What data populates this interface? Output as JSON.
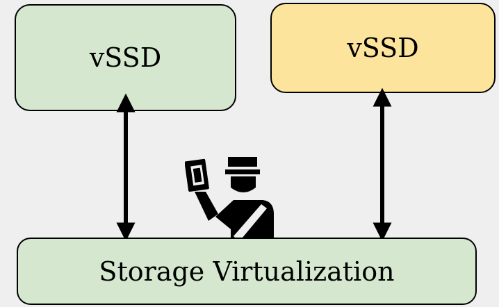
{
  "nodes": {
    "left_vssd": "vSSD",
    "right_vssd": "vSSD",
    "storage_virtualization": "Storage Virtualization"
  },
  "colors": {
    "background": "#efefef",
    "green_box": "#d5e8cf",
    "yellow_box": "#fde49c",
    "border": "#000000"
  },
  "icons": {
    "center": "customs-officer-icon"
  }
}
